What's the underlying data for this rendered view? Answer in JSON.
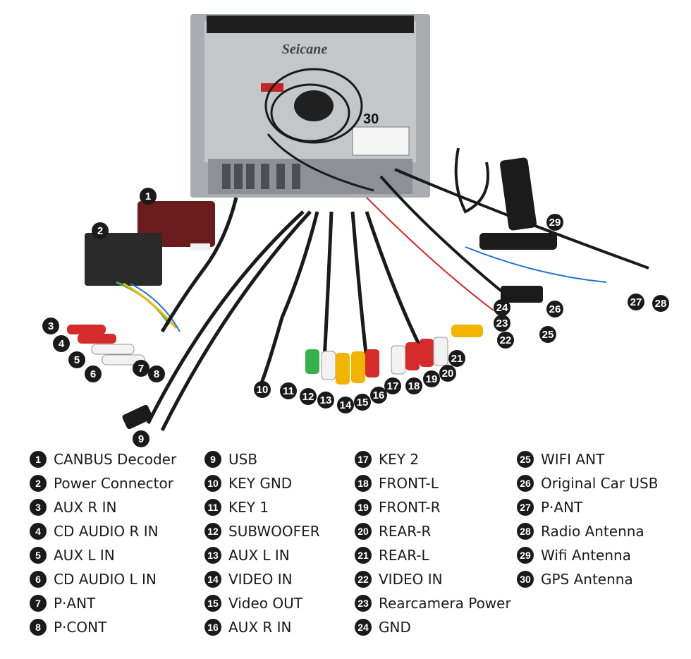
{
  "brand": "Seicane",
  "unit_marker": "30",
  "legend": [
    {
      "num": "1",
      "label": "CANBUS Decoder"
    },
    {
      "num": "2",
      "label": "Power Connector"
    },
    {
      "num": "3",
      "label": "AUX R IN"
    },
    {
      "num": "4",
      "label": "CD AUDIO R IN"
    },
    {
      "num": "5",
      "label": "AUX L IN"
    },
    {
      "num": "6",
      "label": "CD AUDIO L IN"
    },
    {
      "num": "7",
      "label": "P·ANT"
    },
    {
      "num": "8",
      "label": "P·CONT"
    },
    {
      "num": "9",
      "label": "USB"
    },
    {
      "num": "10",
      "label": "KEY GND"
    },
    {
      "num": "11",
      "label": "KEY 1"
    },
    {
      "num": "12",
      "label": "SUBWOOFER"
    },
    {
      "num": "13",
      "label": "AUX L IN"
    },
    {
      "num": "14",
      "label": "VIDEO IN"
    },
    {
      "num": "15",
      "label": "Video OUT"
    },
    {
      "num": "16",
      "label": "AUX R IN"
    },
    {
      "num": "17",
      "label": "KEY 2"
    },
    {
      "num": "18",
      "label": "FRONT-L"
    },
    {
      "num": "19",
      "label": "FRONT-R"
    },
    {
      "num": "20",
      "label": "REAR-R"
    },
    {
      "num": "21",
      "label": "REAR-L"
    },
    {
      "num": "22",
      "label": "VIDEO IN"
    },
    {
      "num": "23",
      "label": "Rearcamera Power"
    },
    {
      "num": "24",
      "label": "GND"
    },
    {
      "num": "25",
      "label": "WIFI ANT"
    },
    {
      "num": "26",
      "label": "Original Car USB"
    },
    {
      "num": "27",
      "label": "P·ANT"
    },
    {
      "num": "28",
      "label": "Radio Antenna"
    },
    {
      "num": "29",
      "label": "Wifi Antenna"
    },
    {
      "num": "30",
      "label": "GPS Antenna"
    }
  ],
  "callouts": [
    "1",
    "2",
    "3",
    "4",
    "5",
    "6",
    "7",
    "8",
    "9",
    "10",
    "11",
    "12",
    "13",
    "14",
    "15",
    "16",
    "17",
    "18",
    "19",
    "20",
    "21",
    "22",
    "23",
    "24",
    "25",
    "26",
    "27",
    "28",
    "29"
  ],
  "colors": {
    "red": "#d62b2b",
    "white": "#f2f2f2",
    "yellow": "#f3b400",
    "green": "#33b24a",
    "black": "#1b1b1b",
    "chassis": "#b9bcbf",
    "accent_blue": "#1e6fd9"
  }
}
